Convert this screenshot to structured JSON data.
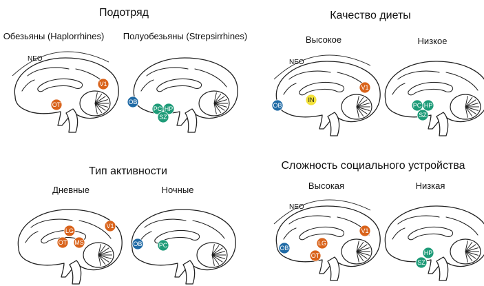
{
  "colors": {
    "orange": "#d9631b",
    "blue": "#1f6aa5",
    "green": "#1e9b78",
    "yellow": "#f2e13a"
  },
  "neo_label": "NEO",
  "panels": [
    {
      "title": "Подотряд",
      "brains": [
        {
          "label": "Обезьяны (Haplorrhines)",
          "neo": true,
          "regions": [
            {
              "name": "V1",
              "color": "orange"
            },
            {
              "name": "OT",
              "color": "orange"
            }
          ]
        },
        {
          "label": "Полуобезьяны (Strepsirrhines)",
          "neo": false,
          "regions": [
            {
              "name": "OB",
              "color": "blue"
            },
            {
              "name": "PC",
              "color": "green"
            },
            {
              "name": "HP",
              "color": "green"
            },
            {
              "name": "SZ",
              "color": "green"
            }
          ]
        }
      ]
    },
    {
      "title": "Качество диеты",
      "brains": [
        {
          "label": "Высокое",
          "neo": true,
          "regions": [
            {
              "name": "V1",
              "color": "orange"
            },
            {
              "name": "IN",
              "color": "yellow"
            },
            {
              "name": "OB",
              "color": "blue"
            }
          ]
        },
        {
          "label": "Низкое",
          "neo": false,
          "regions": [
            {
              "name": "PC",
              "color": "green"
            },
            {
              "name": "HP",
              "color": "green"
            },
            {
              "name": "SZ",
              "color": "green"
            }
          ]
        }
      ]
    },
    {
      "title": "Тип активности",
      "brains": [
        {
          "label": "Дневные",
          "neo": false,
          "regions": [
            {
              "name": "V1",
              "color": "orange"
            },
            {
              "name": "LG",
              "color": "orange"
            },
            {
              "name": "OT",
              "color": "orange"
            },
            {
              "name": "MS",
              "color": "orange"
            }
          ]
        },
        {
          "label": "Ночные",
          "neo": false,
          "regions": [
            {
              "name": "OB",
              "color": "blue"
            },
            {
              "name": "PC",
              "color": "green"
            }
          ]
        }
      ]
    },
    {
      "title": "Сложность социального устройства",
      "brains": [
        {
          "label": "Высокая",
          "neo": true,
          "regions": [
            {
              "name": "V1",
              "color": "orange"
            },
            {
              "name": "LG",
              "color": "orange"
            },
            {
              "name": "OT",
              "color": "orange"
            },
            {
              "name": "OB",
              "color": "blue"
            }
          ]
        },
        {
          "label": "Низкая",
          "neo": false,
          "regions": [
            {
              "name": "HP",
              "color": "green"
            },
            {
              "name": "SZ",
              "color": "green"
            }
          ]
        }
      ]
    }
  ]
}
